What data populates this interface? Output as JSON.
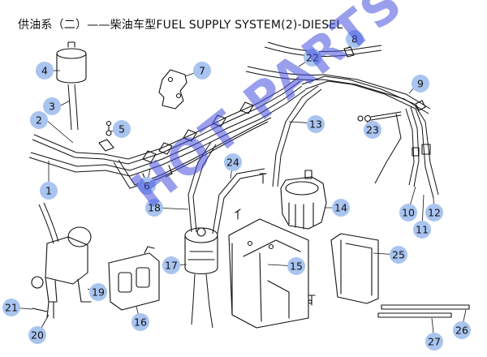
{
  "title": "供油系（二）——柴油车型FUEL SUPPLY SYSTEM(2)-DIESEL",
  "watermark": "HOT PARTS",
  "callouts": [
    {
      "id": "1",
      "label": "1"
    },
    {
      "id": "2",
      "label": "2"
    },
    {
      "id": "3",
      "label": "3"
    },
    {
      "id": "4",
      "label": "4"
    },
    {
      "id": "5",
      "label": "5"
    },
    {
      "id": "6",
      "label": "6"
    },
    {
      "id": "7",
      "label": "7"
    },
    {
      "id": "8",
      "label": "8"
    },
    {
      "id": "9",
      "label": "9"
    },
    {
      "id": "10",
      "label": "10"
    },
    {
      "id": "11",
      "label": "11"
    },
    {
      "id": "12",
      "label": "12"
    },
    {
      "id": "13",
      "label": "13"
    },
    {
      "id": "14",
      "label": "14"
    },
    {
      "id": "15",
      "label": "15"
    },
    {
      "id": "16",
      "label": "16"
    },
    {
      "id": "17",
      "label": "17"
    },
    {
      "id": "18",
      "label": "18"
    },
    {
      "id": "19",
      "label": "19"
    },
    {
      "id": "20",
      "label": "20"
    },
    {
      "id": "21",
      "label": "21"
    },
    {
      "id": "22",
      "label": "22"
    },
    {
      "id": "23",
      "label": "23"
    },
    {
      "id": "24",
      "label": "24"
    },
    {
      "id": "25",
      "label": "25"
    },
    {
      "id": "26",
      "label": "26"
    },
    {
      "id": "27",
      "label": "27"
    }
  ]
}
